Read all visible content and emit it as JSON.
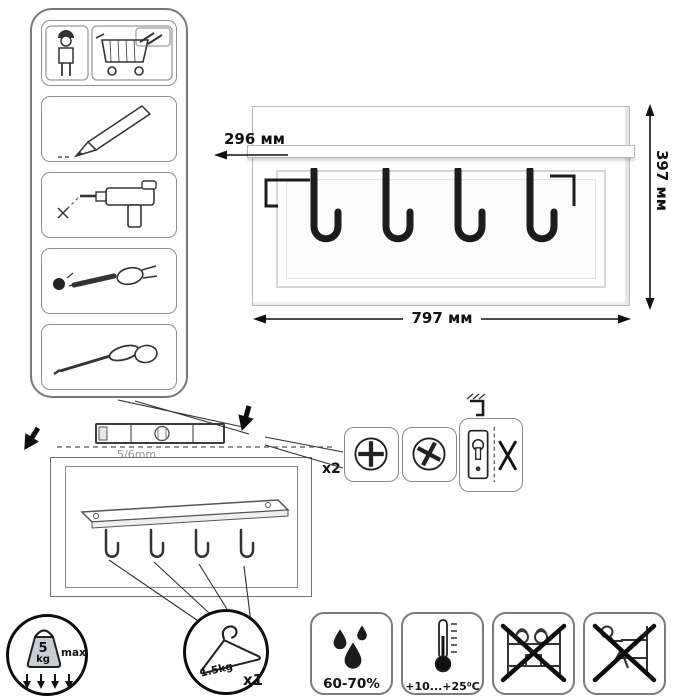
{
  "product": {
    "depth_label": "296 мм",
    "height_label": "397 мм",
    "width_label": "797 мм"
  },
  "installation": {
    "drill_size_label": "5/6mm",
    "screws_count_label": "x2"
  },
  "load_limits": {
    "max_weight_value": "5",
    "max_weight_unit": "kg",
    "max_label": "max",
    "hook_load_label": "1.5kg",
    "hook_count_label": "x1"
  },
  "environment": {
    "humidity_label": "60-70%",
    "temperature_label": "+10...+25⁰C"
  },
  "colors": {
    "line_black": "#1c1c1c",
    "border_gray": "#8a8a8a",
    "panel_white": "#ffffff"
  }
}
